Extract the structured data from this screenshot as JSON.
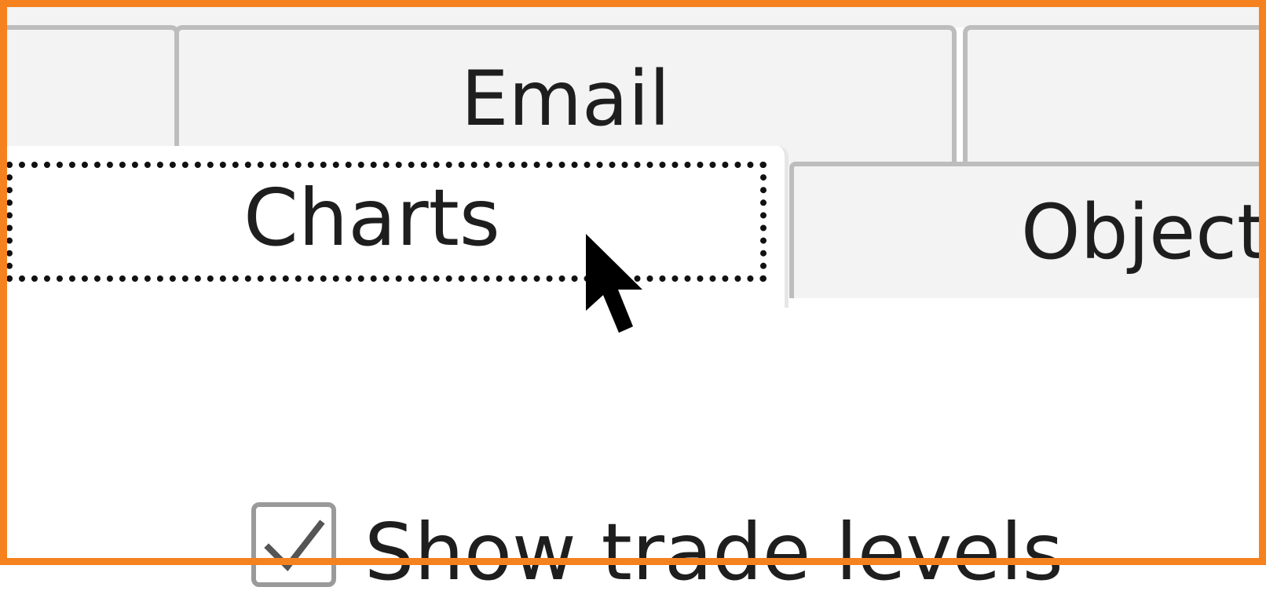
{
  "tabs": {
    "row1": [
      {
        "label": ""
      },
      {
        "label": "Email"
      },
      {
        "label": ""
      }
    ],
    "row2": [
      {
        "label": "Charts",
        "selected": true
      },
      {
        "label": "Objects"
      }
    ]
  },
  "options": {
    "show_trade_levels": {
      "label": "Show trade levels",
      "checked": true
    }
  },
  "colors": {
    "frame": "#f5821f",
    "tab_background": "#f3f3f3",
    "tab_border": "#bdbdbd",
    "selected_tab_background": "#ffffff",
    "text": "#1e1e1e"
  },
  "icons": {
    "checkbox_check": "check-icon",
    "mouse_pointer": "arrow-cursor-icon"
  }
}
